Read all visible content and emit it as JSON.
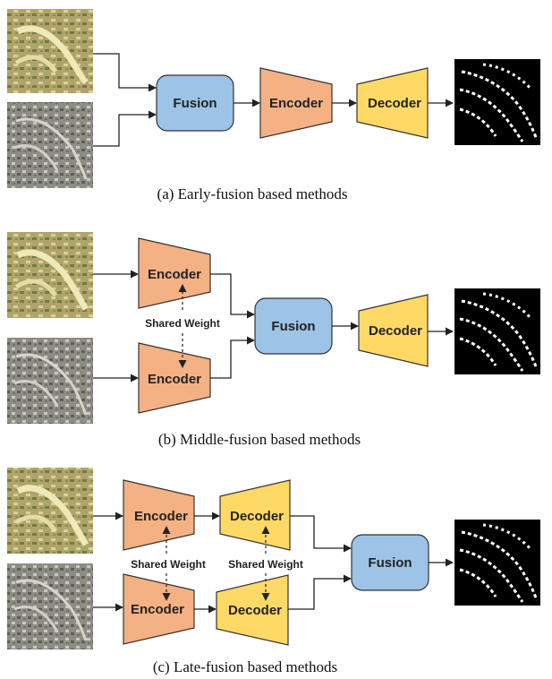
{
  "colors": {
    "fusion_fill": "#9DC3E6",
    "encoder_fill": "#F4B183",
    "decoder_fill": "#FFD966",
    "stroke": "#333333",
    "aerial_a": "#a8a060",
    "aerial_b": "#8a8a82",
    "mask_bg": "#000000",
    "mask_fg": "#ffffff"
  },
  "panel_a": {
    "fusion": "Fusion",
    "encoder": "Encoder",
    "decoder": "Decoder",
    "caption": "(a) Early-fusion based methods"
  },
  "panel_b": {
    "encoder_top": "Encoder",
    "encoder_bottom": "Encoder",
    "shared": "Shared Weight",
    "fusion": "Fusion",
    "decoder": "Decoder",
    "caption": "(b) Middle-fusion based methods"
  },
  "panel_c": {
    "encoder_top": "Encoder",
    "encoder_bottom": "Encoder",
    "decoder_top": "Decoder",
    "decoder_bottom": "Decoder",
    "shared_left": "Shared Weight",
    "shared_right": "Shared Weight",
    "fusion": "Fusion",
    "caption": "(c) Late-fusion based methods"
  }
}
